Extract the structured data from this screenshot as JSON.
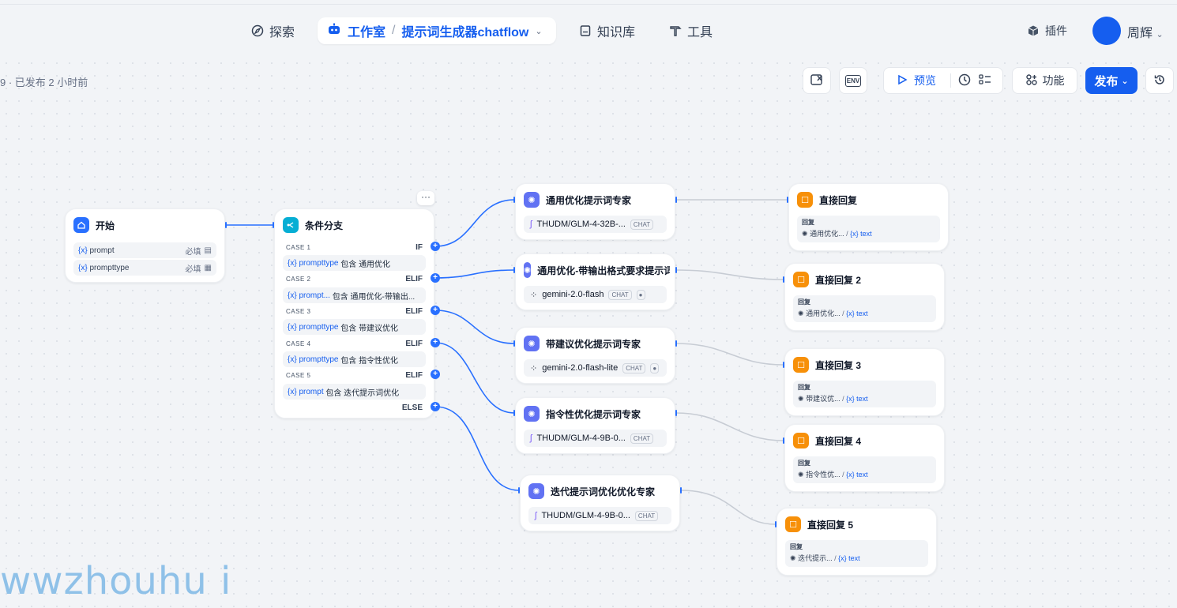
{
  "nav": {
    "explore": "探索",
    "studio": "工作室",
    "app_name": "提示词生成器chatflow",
    "knowledge": "知识库",
    "tools": "工具",
    "plugins": "插件",
    "user": "周辉"
  },
  "toolbar": {
    "status": "9 · 已发布 2 小时前",
    "env": "ENV",
    "preview": "预览",
    "features": "功能",
    "publish": "发布"
  },
  "nodes": {
    "start": {
      "title": "开始",
      "vars": [
        {
          "name": "prompt",
          "req": "必填"
        },
        {
          "name": "prompttype",
          "req": "必填"
        }
      ]
    },
    "branch": {
      "title": "条件分支",
      "cases": [
        {
          "label": "CASE 1",
          "kw": "IF",
          "var": "prompttype",
          "op": "包含",
          "val": "通用优化"
        },
        {
          "label": "CASE 2",
          "kw": "ELIF",
          "var": "prompt...",
          "op": "包含",
          "val": "通用优化-带输出..."
        },
        {
          "label": "CASE 3",
          "kw": "ELIF",
          "var": "prompttype",
          "op": "包含",
          "val": "带建议优化"
        },
        {
          "label": "CASE 4",
          "kw": "ELIF",
          "var": "prompttype",
          "op": "包含",
          "val": "指令性优化"
        },
        {
          "label": "CASE 5",
          "kw": "ELIF",
          "var": "prompt",
          "op": "包含",
          "val": "迭代提示词优化"
        }
      ],
      "else": "ELSE",
      "var_prefix": "{x}"
    },
    "llm": [
      {
        "title": "通用优化提示词专家",
        "model": "THUDM/GLM-4-32B-...",
        "tag": "CHAT"
      },
      {
        "title": "通用优化-带输出格式要求提示词",
        "model": "gemini-2.0-flash",
        "tag": "CHAT"
      },
      {
        "title": "带建议优化提示词专家",
        "model": "gemini-2.0-flash-lite",
        "tag": "CHAT"
      },
      {
        "title": "指令性优化提示词专家",
        "model": "THUDM/GLM-4-9B-0...",
        "tag": "CHAT"
      },
      {
        "title": "迭代提示词优化优化专家",
        "model": "THUDM/GLM-4-9B-0...",
        "tag": "CHAT"
      }
    ],
    "answer": [
      {
        "title": "直接回复",
        "label": "回复",
        "src": "通用优化...",
        "var": "text"
      },
      {
        "title": "直接回复 2",
        "label": "回复",
        "src": "通用优化...",
        "var": "text"
      },
      {
        "title": "直接回复 3",
        "label": "回复",
        "src": "带建议优...",
        "var": "text"
      },
      {
        "title": "直接回复 4",
        "label": "回复",
        "src": "指令性优...",
        "var": "text"
      },
      {
        "title": "直接回复 5",
        "label": "回复",
        "src": "迭代提示...",
        "var": "text"
      }
    ]
  },
  "watermark": "wwzhouhu i",
  "colors": {
    "accent": "#155eef",
    "edge": "#2970ff",
    "edge_muted": "#c7ccd4"
  }
}
